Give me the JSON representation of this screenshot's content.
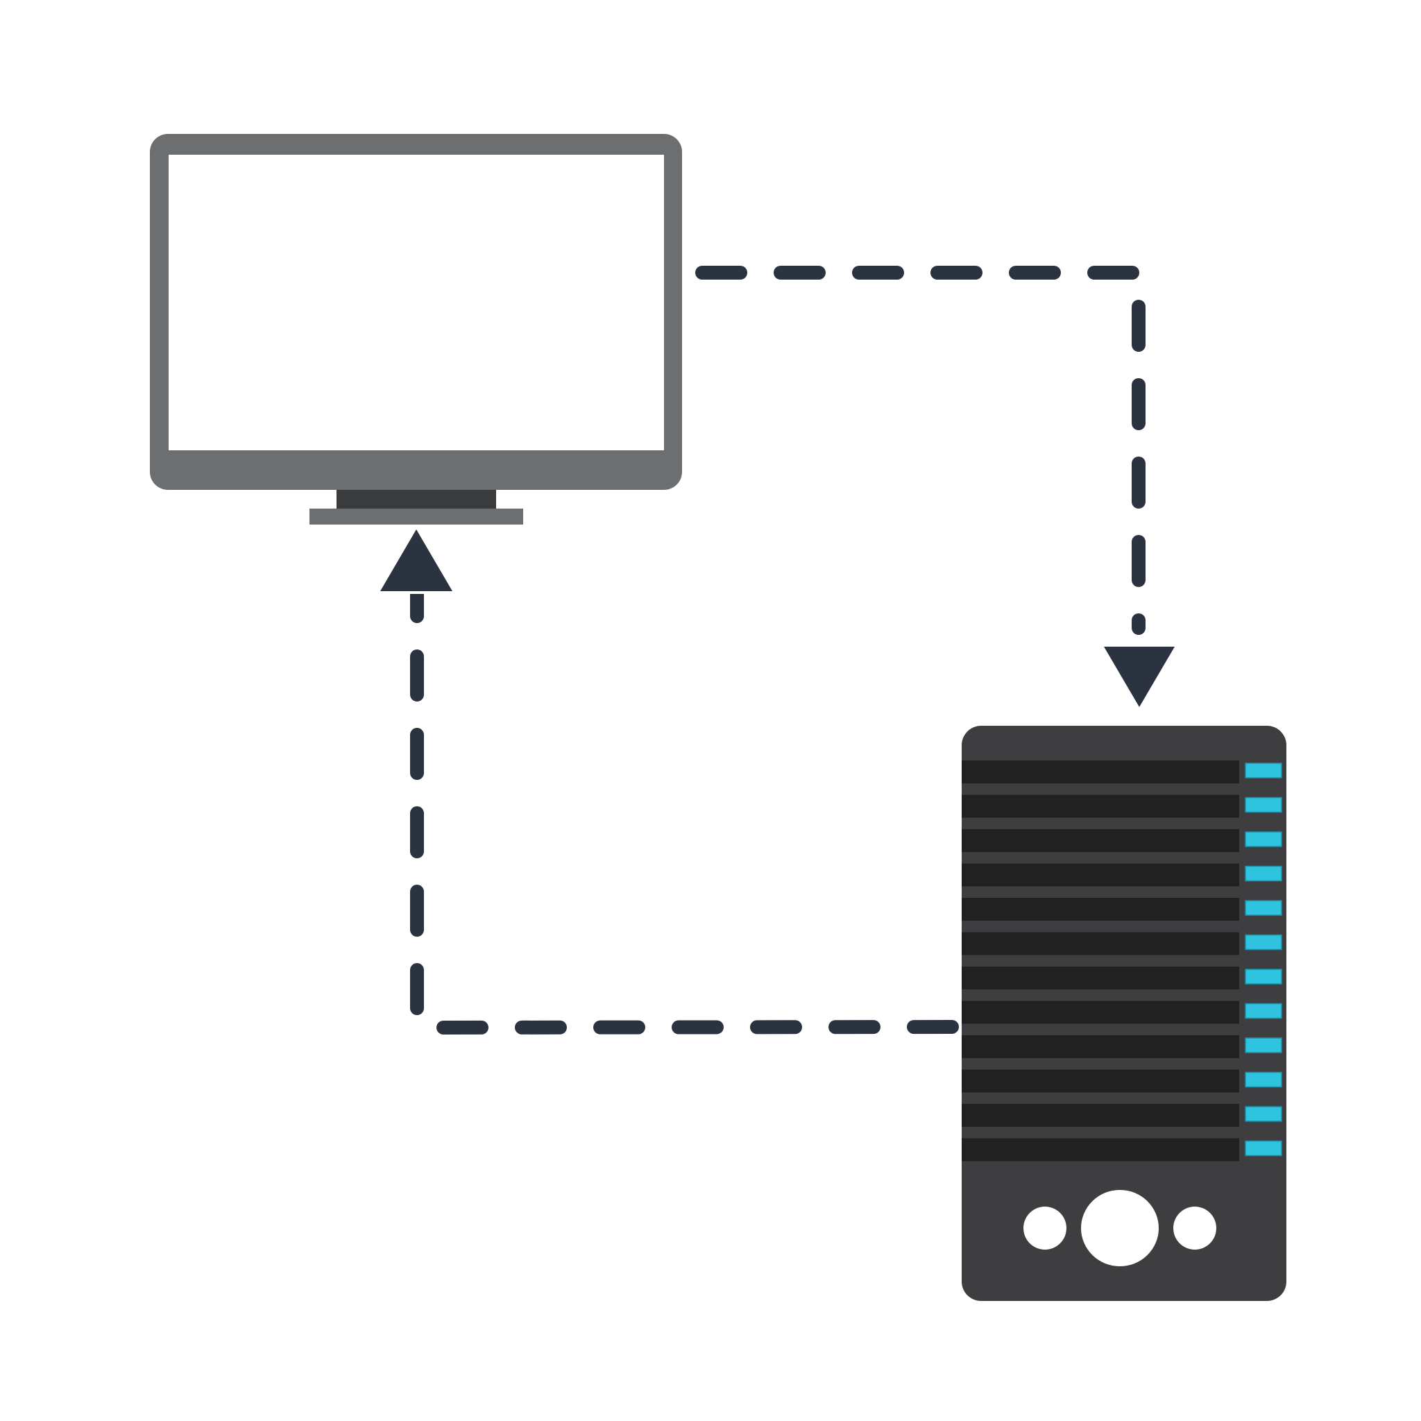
{
  "diagram": {
    "nodes": [
      {
        "id": "client",
        "kind": "monitor",
        "icon": "monitor-icon"
      },
      {
        "id": "server",
        "kind": "server-tower",
        "icon": "server-icon",
        "drive_bays": 12
      }
    ],
    "edges": [
      {
        "from": "client",
        "to": "server",
        "style": "dashed",
        "arrowhead": "triangle"
      },
      {
        "from": "server",
        "to": "client",
        "style": "dashed",
        "arrowhead": "triangle"
      }
    ],
    "labels": []
  },
  "colors": {
    "background": "#ffffff",
    "monitor_frame": "#6d6e70",
    "monitor_screen": "#ffffff",
    "monitor_neck": "#3a3b3d",
    "server_body": "#3e3e40",
    "drive_bay": "#212121",
    "drive_led": "#2ec3df",
    "server_button": "#ffffff",
    "connector": "#2b3240"
  }
}
